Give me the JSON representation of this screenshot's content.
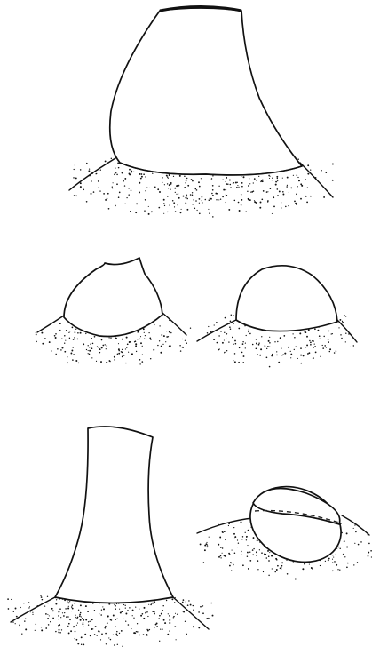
{
  "figure": {
    "panels": [
      {
        "id": "tall-tapering-column-on-base"
      },
      {
        "id": "low-irregular-mound-on-base"
      },
      {
        "id": "low-rounded-dome-on-base"
      },
      {
        "id": "flared-column-on-base"
      },
      {
        "id": "tilted-oval-cup-on-base"
      }
    ],
    "colors": {
      "ink": "#111111",
      "paper": "#ffffff"
    }
  }
}
